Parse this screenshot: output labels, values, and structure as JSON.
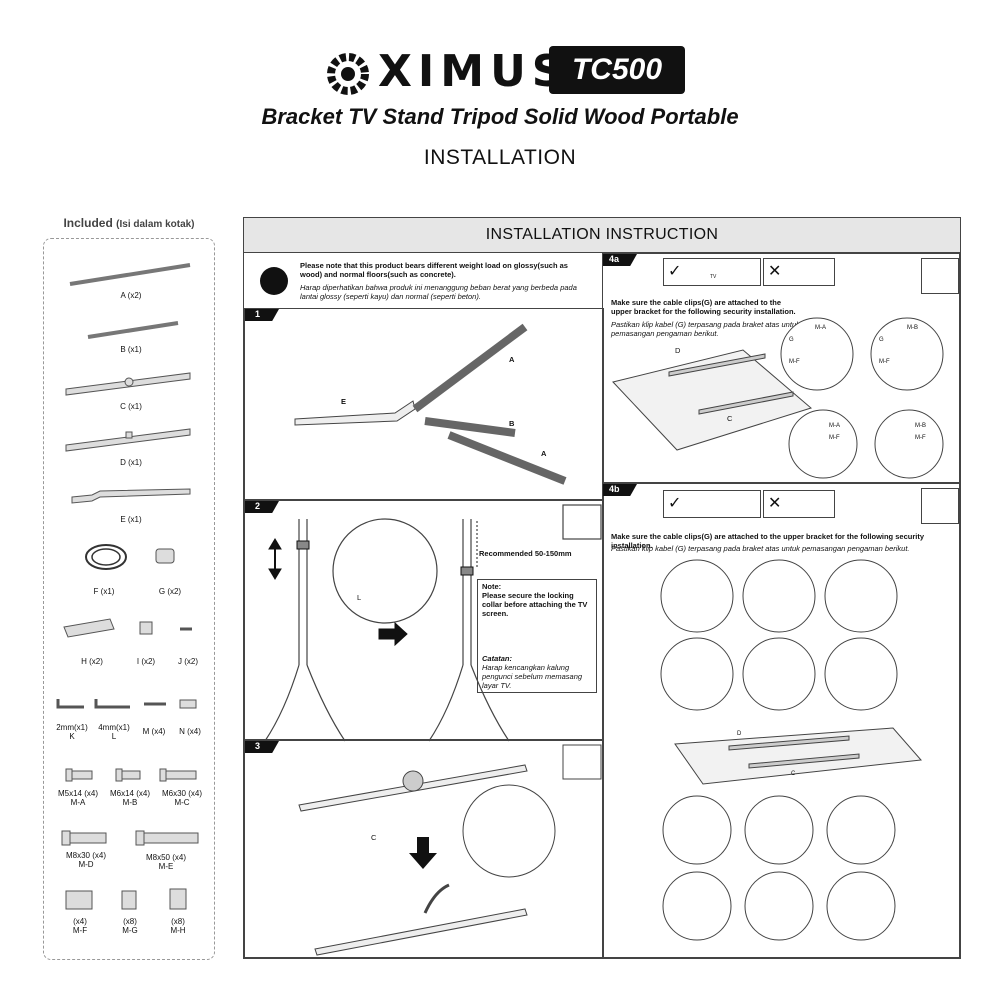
{
  "brand": {
    "name": "XIMUS",
    "model": "TC500"
  },
  "header": {
    "title": "Bracket TV Stand Tripod Solid Wood Portable",
    "subtitle": "INSTALLATION"
  },
  "included": {
    "title": "Included",
    "subtitle": "(Isi dalam kotak)",
    "parts": [
      "A (x2)",
      "B (x1)",
      "C (x1)",
      "D (x1)",
      "E (x1)",
      "F (x1)",
      "G (x2)",
      "H (x2)",
      "I (x2)",
      "J (x2)"
    ],
    "tools": [
      {
        "size": "2mm(x1)",
        "code": "K"
      },
      {
        "size": "4mm(x1)",
        "code": "L"
      },
      {
        "size": "M (x4)",
        "code": ""
      },
      {
        "size": "N (x4)",
        "code": ""
      }
    ],
    "screws": [
      {
        "size": "M5x14 (x4)",
        "code": "M-A"
      },
      {
        "size": "M6x14 (x4)",
        "code": "M-B"
      },
      {
        "size": "M6x30 (x4)",
        "code": "M-C"
      },
      {
        "size": "M8x30 (x4)",
        "code": "M-D"
      },
      {
        "size": "M8x50 (x4)",
        "code": "M-E"
      }
    ],
    "spacers": [
      {
        "size": "(x4)",
        "code": "M-F"
      },
      {
        "size": "(x8)",
        "code": "M-G"
      },
      {
        "size": "(x8)",
        "code": "M-H"
      }
    ]
  },
  "instruction": {
    "title": "INSTALLATION INSTRUCTION",
    "note_en": "Please note that this product bears different weight load on glossy(such as wood) and normal floors(such as concrete).",
    "note_id": "Harap diperhatikan bahwa produk ini menanggung beban berat yang berbeda pada lantai glossy (seperti kayu) dan normal (seperti beton).",
    "step1": {
      "num": "1",
      "labels": [
        "E",
        "A",
        "B",
        "A"
      ]
    },
    "step2": {
      "num": "2",
      "label_l": "L",
      "recommended": "Recommended 50-150mm",
      "note_title": "Note:",
      "note_en": "Please secure the locking collar before attaching the TV screen.",
      "note_id_title": "Catatan:",
      "note_id": "Harap kencangkan kalung pengunci sebelum memasang layar TV."
    },
    "step3": {
      "num": "3",
      "label_c": "C"
    },
    "step4a": {
      "num": "4a",
      "text_en": "Make sure the cable clips(G) are attached to the upper bracket for the following security installation.",
      "text_id": "Pastikan klip kabel (G) terpasang pada braket atas untuk pemasangan pengaman berikut.",
      "labels": [
        "D",
        "C",
        "G",
        "M-A",
        "M-F",
        "G",
        "M-B",
        "M-F",
        "M-A",
        "M-F",
        "M-B",
        "M-F"
      ]
    },
    "step4b": {
      "num": "4b",
      "text_en": "Make sure the cable clips(G) are attached to the upper bracket for the following security installation.",
      "text_id": "Pastikan klip kabel (G) terpasang pada braket atas untuk pemasangan pengaman berikut.",
      "labels": [
        "D",
        "C"
      ]
    },
    "check_tv": "TV"
  }
}
